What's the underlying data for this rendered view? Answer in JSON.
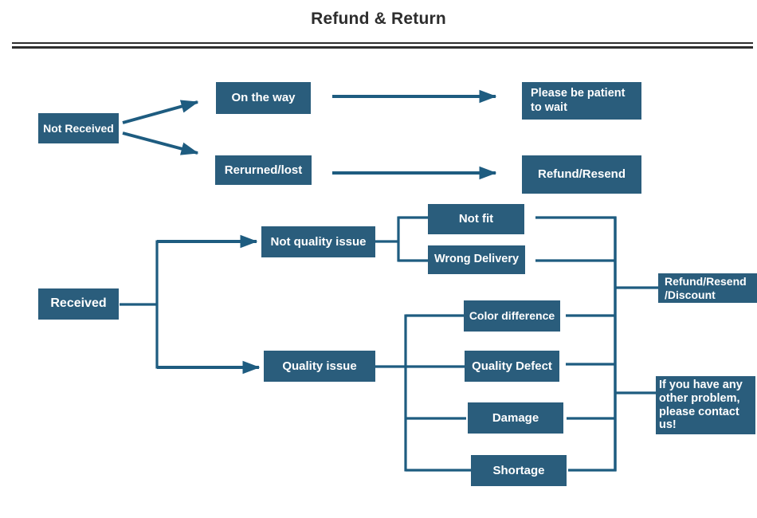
{
  "title": "Refund & Return",
  "colors": {
    "box_fill": "#2a5d7c",
    "box_text": "#ffffff",
    "connector": "#1e5c80",
    "title_text": "#2d2d2d",
    "divider": "#2e2e2e"
  },
  "nodes": {
    "not_received": "Not Received",
    "on_the_way": "On the way",
    "returned_lost": "Rerurned/lost",
    "be_patient": "Please be patient\nto wait",
    "refund_resend": "Refund/Resend",
    "received": "Received",
    "not_quality_issue": "Not quality issue",
    "quality_issue": "Quality issue",
    "not_fit": "Not fit",
    "wrong_delivery": "Wrong Delivery",
    "color_difference": "Color difference",
    "quality_defect": "Quality Defect",
    "damage": "Damage",
    "shortage": "Shortage",
    "refund_resend_discount": "Refund/Resend\n/Discount",
    "contact_us": "If you have any\n other problem,\nplease contact\nus!"
  },
  "edges": [
    {
      "from": "not_received",
      "to": "on_the_way"
    },
    {
      "from": "not_received",
      "to": "returned_lost"
    },
    {
      "from": "on_the_way",
      "to": "be_patient"
    },
    {
      "from": "returned_lost",
      "to": "refund_resend"
    },
    {
      "from": "received",
      "to": "not_quality_issue"
    },
    {
      "from": "received",
      "to": "quality_issue"
    },
    {
      "from": "not_quality_issue",
      "to": "not_fit"
    },
    {
      "from": "not_quality_issue",
      "to": "wrong_delivery"
    },
    {
      "from": "quality_issue",
      "to": "color_difference"
    },
    {
      "from": "quality_issue",
      "to": "quality_defect"
    },
    {
      "from": "quality_issue",
      "to": "damage"
    },
    {
      "from": "quality_issue",
      "to": "shortage"
    },
    {
      "from": "not_fit",
      "to": "refund_resend_discount"
    },
    {
      "from": "wrong_delivery",
      "to": "refund_resend_discount"
    },
    {
      "from": "color_difference",
      "to": "refund_resend_discount"
    },
    {
      "from": "quality_defect",
      "to": "contact_us"
    },
    {
      "from": "damage",
      "to": "contact_us"
    },
    {
      "from": "shortage",
      "to": "contact_us"
    }
  ]
}
